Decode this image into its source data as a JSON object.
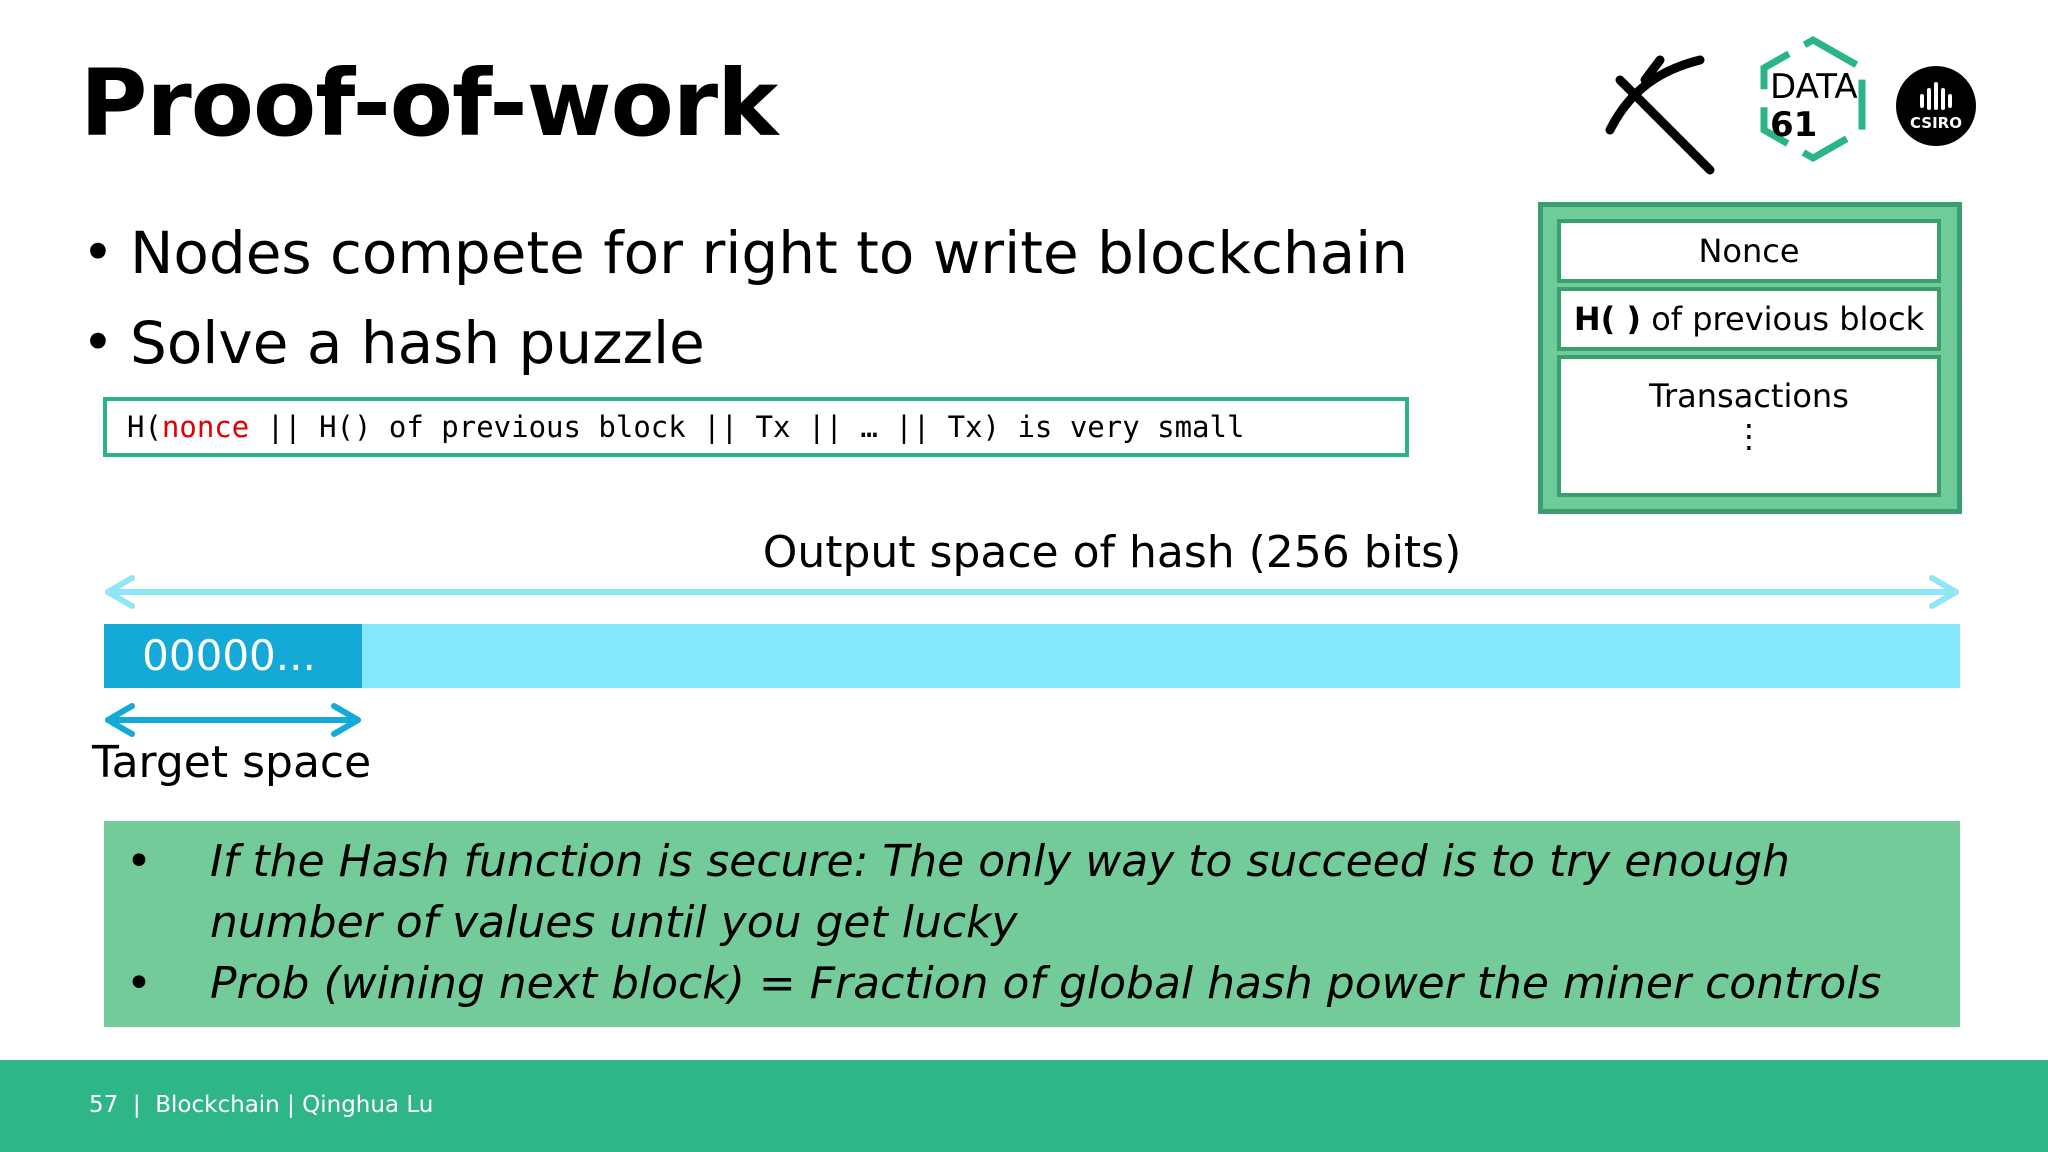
{
  "slide": {
    "title": "Proof-of-work",
    "bullets": [
      "Nodes compete for right to write blockchain",
      "Solve a hash puzzle"
    ],
    "formula": {
      "prefix": "H(",
      "highlight": "nonce",
      "rest": " || H() of previous block || Tx || … || Tx) is very small"
    },
    "block_diagram": {
      "nonce": "Nonce",
      "hash_prefix": "H( )",
      "hash_suffix": " of previous block",
      "transactions": "Transactions",
      "vdots": "⋮"
    },
    "output_space_label": "Output space of hash (256 bits)",
    "target_value": "00000...",
    "target_space_label": "Target space",
    "notes": [
      "If the Hash function is secure: The only way to succeed is to try enough number of values until you get lucky",
      "Prob (wining next block) = Fraction of global hash power the miner controls"
    ],
    "logos": {
      "data61_line1": "DATA",
      "data61_line2": "61",
      "csiro": "CSIRO"
    },
    "icons": [
      "pickaxe-icon",
      "data61-logo",
      "csiro-logo"
    ]
  },
  "footer": {
    "text": "57  |  Blockchain | Qinghua Lu"
  },
  "colors": {
    "accent_green": "#2fb58a",
    "note_green": "#72cb98",
    "hash_light": "#86e8fc",
    "hash_dark": "#14a9d6",
    "highlight_red": "#e00000"
  }
}
